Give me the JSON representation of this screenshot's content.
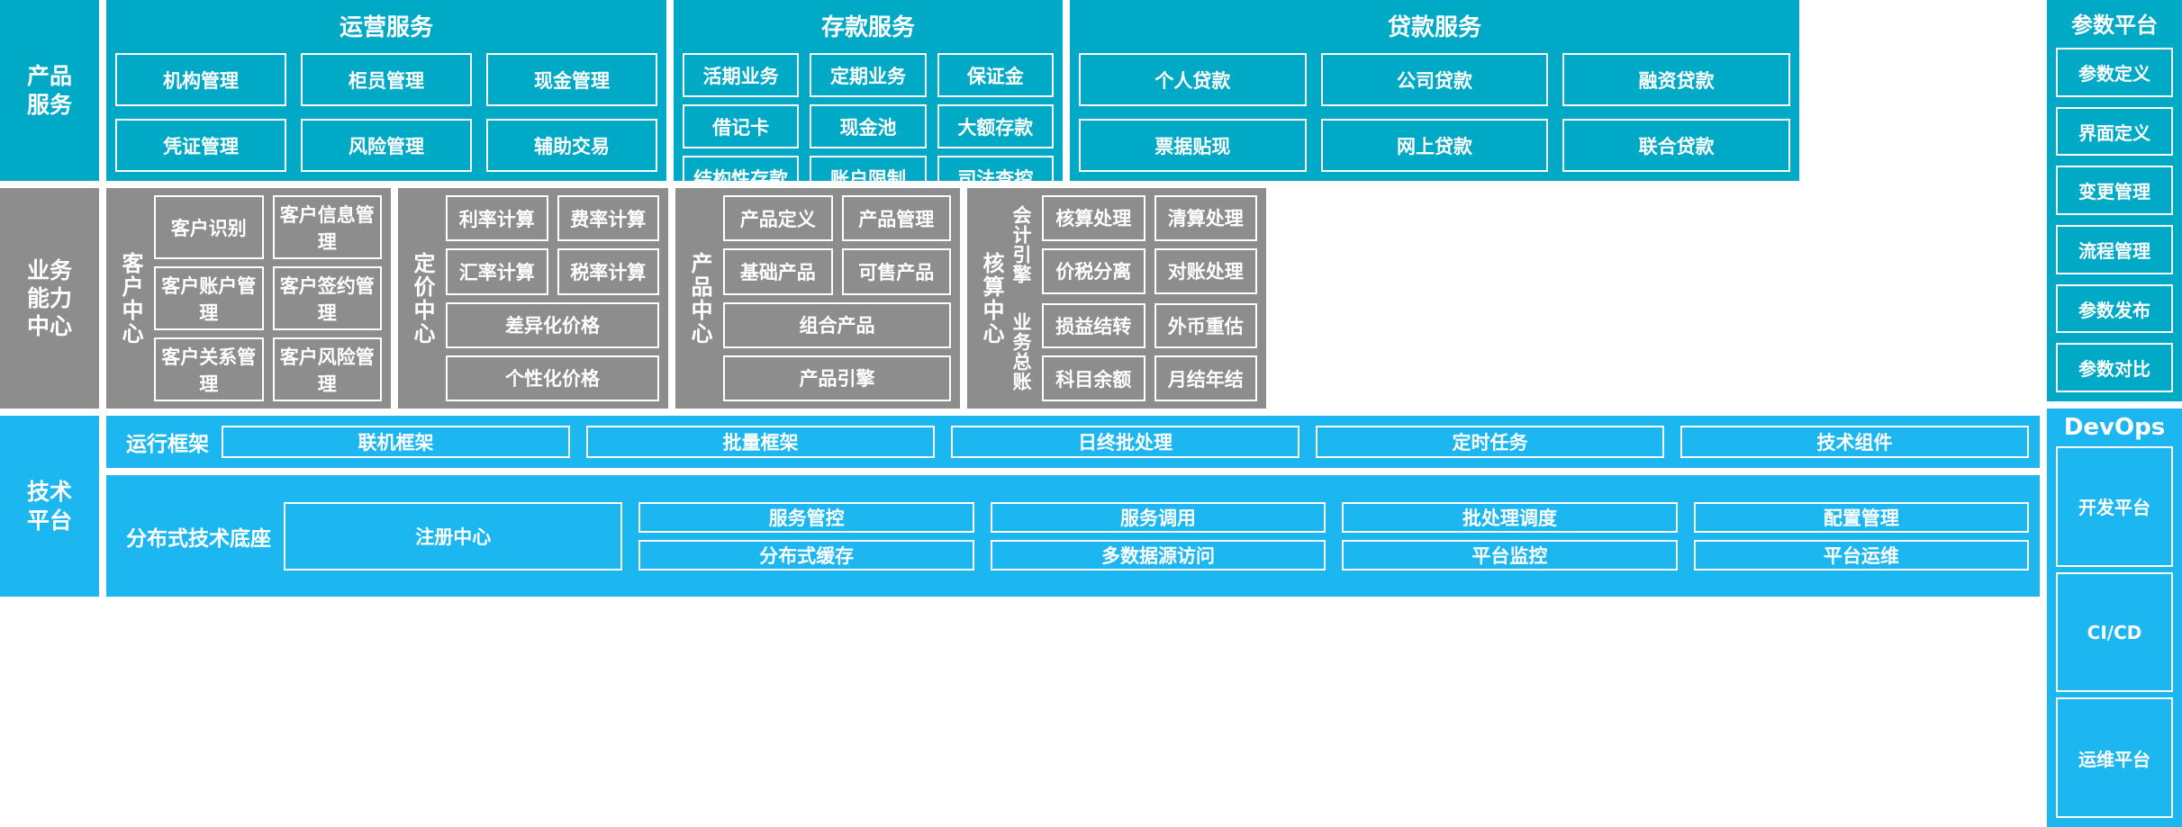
{
  "bands": {
    "product_services": {
      "label": "产品\n服务",
      "label_lines": [
        "产品",
        "服务"
      ],
      "panels": [
        {
          "title": "运营服务",
          "items": [
            "机构管理",
            "柜员管理",
            "现金管理",
            "凭证管理",
            "风险管理",
            "辅助交易"
          ]
        },
        {
          "title": "存款服务",
          "items": [
            "活期业务",
            "定期业务",
            "保证金",
            "借记卡",
            "现金池",
            "大额存款",
            "结构性存款",
            "账户限制",
            "司法查控"
          ]
        },
        {
          "title": "贷款服务",
          "items": [
            "个人贷款",
            "公司贷款",
            "融资贷款",
            "票据贴现",
            "网上贷款",
            "联合贷款"
          ]
        }
      ]
    },
    "business_capability": {
      "label_lines": [
        "业务",
        "能力",
        "中心"
      ],
      "centers": [
        {
          "name": "客户中心",
          "rows": [
            [
              "客户识别",
              "客户信息管理"
            ],
            [
              "客户账户管理",
              "客户签约管理"
            ],
            [
              "客户关系管理",
              "客户风险管理"
            ]
          ]
        },
        {
          "name": "定价中心",
          "rows": [
            [
              "利率计算",
              "费率计算"
            ],
            [
              "汇率计算",
              "税率计算"
            ],
            [
              "差异化价格"
            ],
            [
              "个性化价格"
            ]
          ]
        },
        {
          "name": "产品中心",
          "rows": [
            [
              "产品定义",
              "产品管理"
            ],
            [
              "基础产品",
              "可售产品"
            ],
            [
              "组合产品"
            ],
            [
              "产品引擎"
            ]
          ]
        },
        {
          "name": "核算中心",
          "groups": [
            {
              "sub": "会计引擎",
              "items": [
                "核算处理",
                "清算处理",
                "价税分离",
                "对账处理"
              ]
            },
            {
              "sub": "业务总账",
              "items": [
                "损益结转",
                "外币重估",
                "科目余额",
                "月结年结"
              ]
            }
          ]
        }
      ]
    },
    "technology_platform": {
      "label_lines": [
        "技术",
        "平台"
      ],
      "run_framework": {
        "name": "运行框架",
        "items": [
          "联机框架",
          "批量框架",
          "日终批处理",
          "定时任务",
          "技术组件"
        ]
      },
      "distributed_base": {
        "name": "分布式技术底座",
        "registry": "注册中心",
        "columns": [
          [
            "服务管控",
            "分布式缓存"
          ],
          [
            "服务调用",
            "多数据源访问"
          ],
          [
            "批处理调度",
            "平台监控"
          ],
          [
            "配置管理",
            "平台运维"
          ]
        ]
      }
    }
  },
  "right_column": {
    "parameter_platform": {
      "title": "参数平台",
      "items": [
        "参数定义",
        "界面定义",
        "变更管理",
        "流程管理",
        "参数发布",
        "参数对比"
      ]
    },
    "devops": {
      "title": "DevOps",
      "items": [
        "开发平台",
        "CI/CD",
        "运维平台"
      ]
    }
  },
  "colors": {
    "cyan": "#00a9c6",
    "gray": "#8d8d8d",
    "blue": "#1cb7f0",
    "border": "#ffffff"
  }
}
